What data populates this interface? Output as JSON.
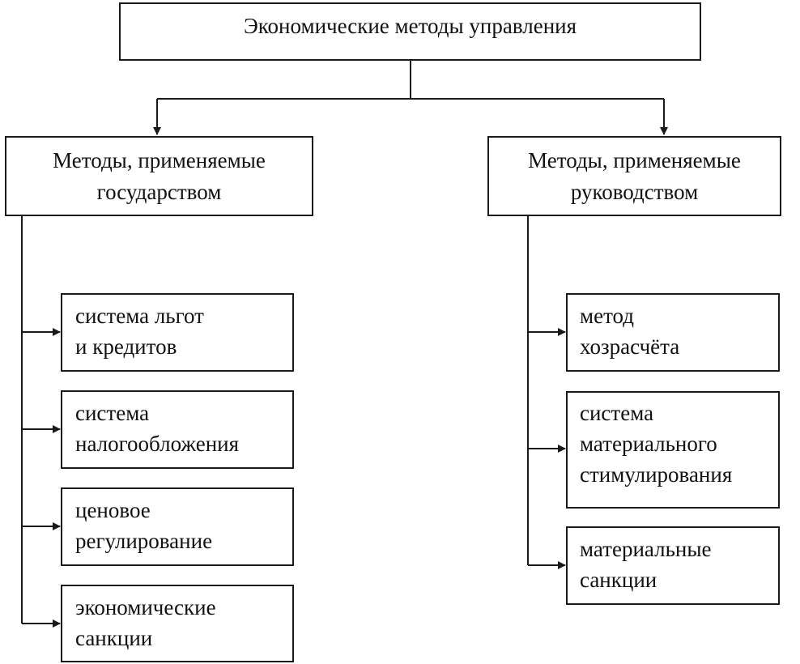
{
  "root": {
    "label": "Экономические методы управления"
  },
  "branches": [
    {
      "title_line1": "Методы, применяемые",
      "title_line2": "государством",
      "items": [
        {
          "line1": "система льгот",
          "line2": "и кредитов"
        },
        {
          "line1": "система",
          "line2": "налогообложения"
        },
        {
          "line1": "ценовое",
          "line2": "регулирование"
        },
        {
          "line1": "экономические",
          "line2": "санкции"
        }
      ]
    },
    {
      "title_line1": "Методы, применяемые",
      "title_line2": "руководством",
      "items": [
        {
          "line1": "метод",
          "line2": "хозрасчёта"
        },
        {
          "line1": "система",
          "line2": "материального",
          "line3": "стимулирования"
        },
        {
          "line1": "материальные",
          "line2": "санкции"
        }
      ]
    }
  ]
}
